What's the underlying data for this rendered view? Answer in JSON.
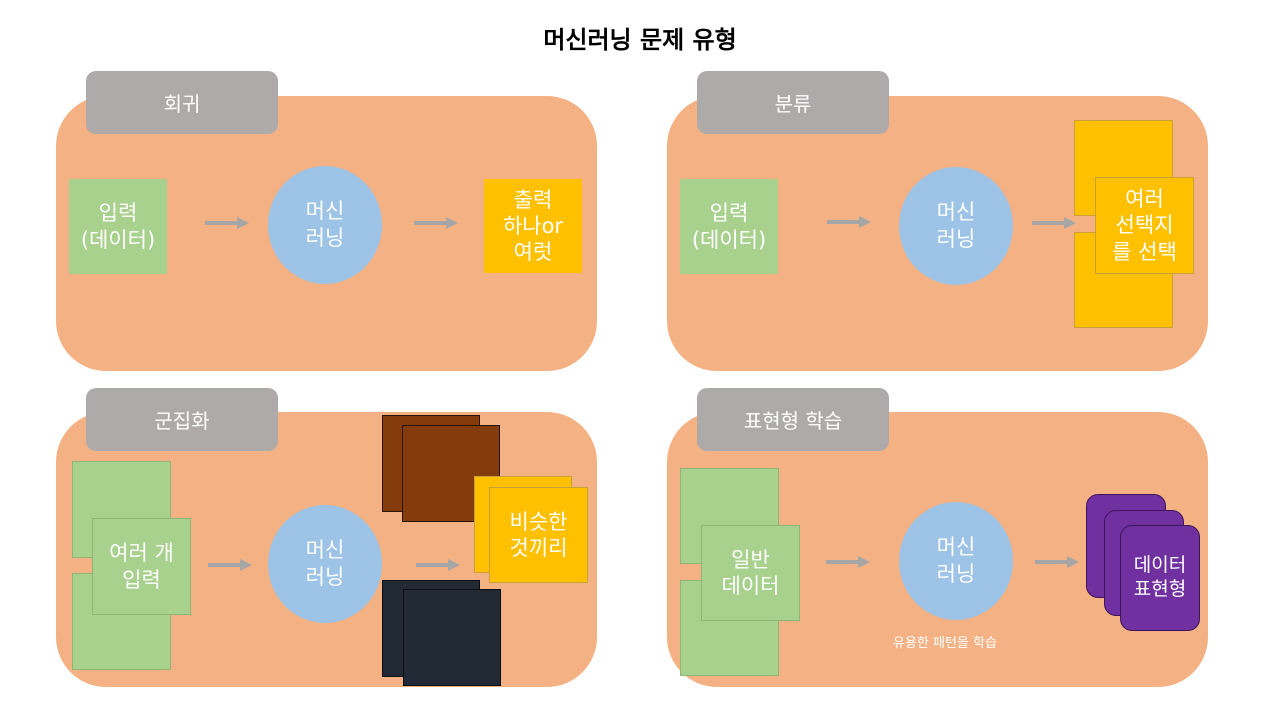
{
  "title": "머신러닝 문제 유형",
  "colors": {
    "panel": "#F4B183",
    "tab": "#AEAAAA",
    "input": "#A9D18E",
    "machine": "#9DC3E6",
    "output_yellow": "#FFC000",
    "cluster_brown": "#843C0C",
    "cluster_navy": "#222A35",
    "representation_purple": "#7030A0"
  },
  "regression": {
    "tab": "회귀",
    "input": "입력\n(데이터)",
    "machine": "머신\n러닝",
    "output": "출력\n하나or\n여럿"
  },
  "classification": {
    "tab": "분류",
    "input": "입력\n(데이터)",
    "machine": "머신\n러닝",
    "output": "여러\n선택지\n를 선택"
  },
  "clustering": {
    "tab": "군집화",
    "input": "여러 개\n입력",
    "machine": "머신\n러닝",
    "output": "비슷한\n것끼리"
  },
  "representation": {
    "tab": "표현형 학습",
    "input": "일반\n데이터",
    "machine": "머신\n러닝",
    "output": "데이터\n표현형",
    "note": "유용한 패턴을 학습"
  }
}
